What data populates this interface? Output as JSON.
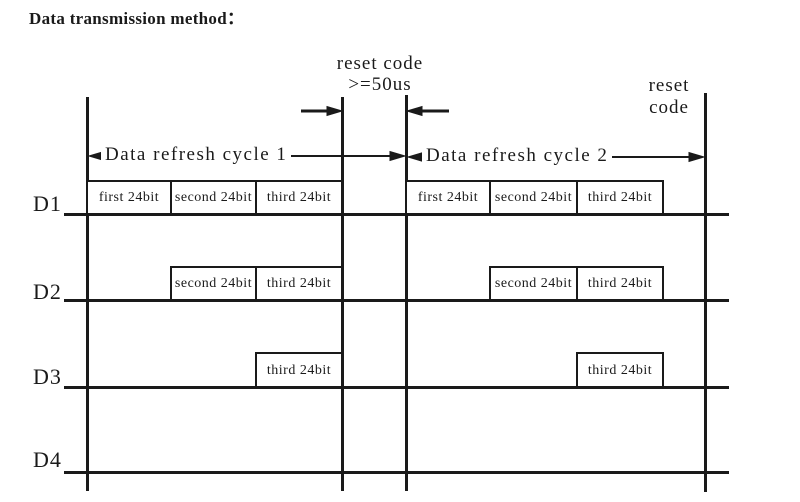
{
  "title": "Data transmission method：",
  "reset_code_top": {
    "line1": "reset code",
    "line2": ">=50us"
  },
  "reset_code_right": {
    "line1": "reset",
    "line2": "code"
  },
  "cycle_labels": {
    "cycle1": "Data refresh cycle 1",
    "cycle2": "Data refresh cycle 2"
  },
  "channels": [
    {
      "label": "D1",
      "cycle1_boxes": [
        "first 24bit",
        "second 24bit",
        "third 24bit"
      ],
      "cycle2_boxes": [
        "first 24bit",
        "second 24bit",
        "third 24bit"
      ]
    },
    {
      "label": "D2",
      "cycle1_boxes": [
        "second 24bit",
        "third 24bit"
      ],
      "cycle2_boxes": [
        "second 24bit",
        "third 24bit"
      ]
    },
    {
      "label": "D3",
      "cycle1_boxes": [
        "third 24bit"
      ],
      "cycle2_boxes": [
        "third 24bit"
      ]
    },
    {
      "label": "D4",
      "cycle1_boxes": [],
      "cycle2_boxes": []
    }
  ],
  "colors": {
    "line": "#1a1a1a",
    "background": "#ffffff",
    "text": "#1a1a1a"
  }
}
